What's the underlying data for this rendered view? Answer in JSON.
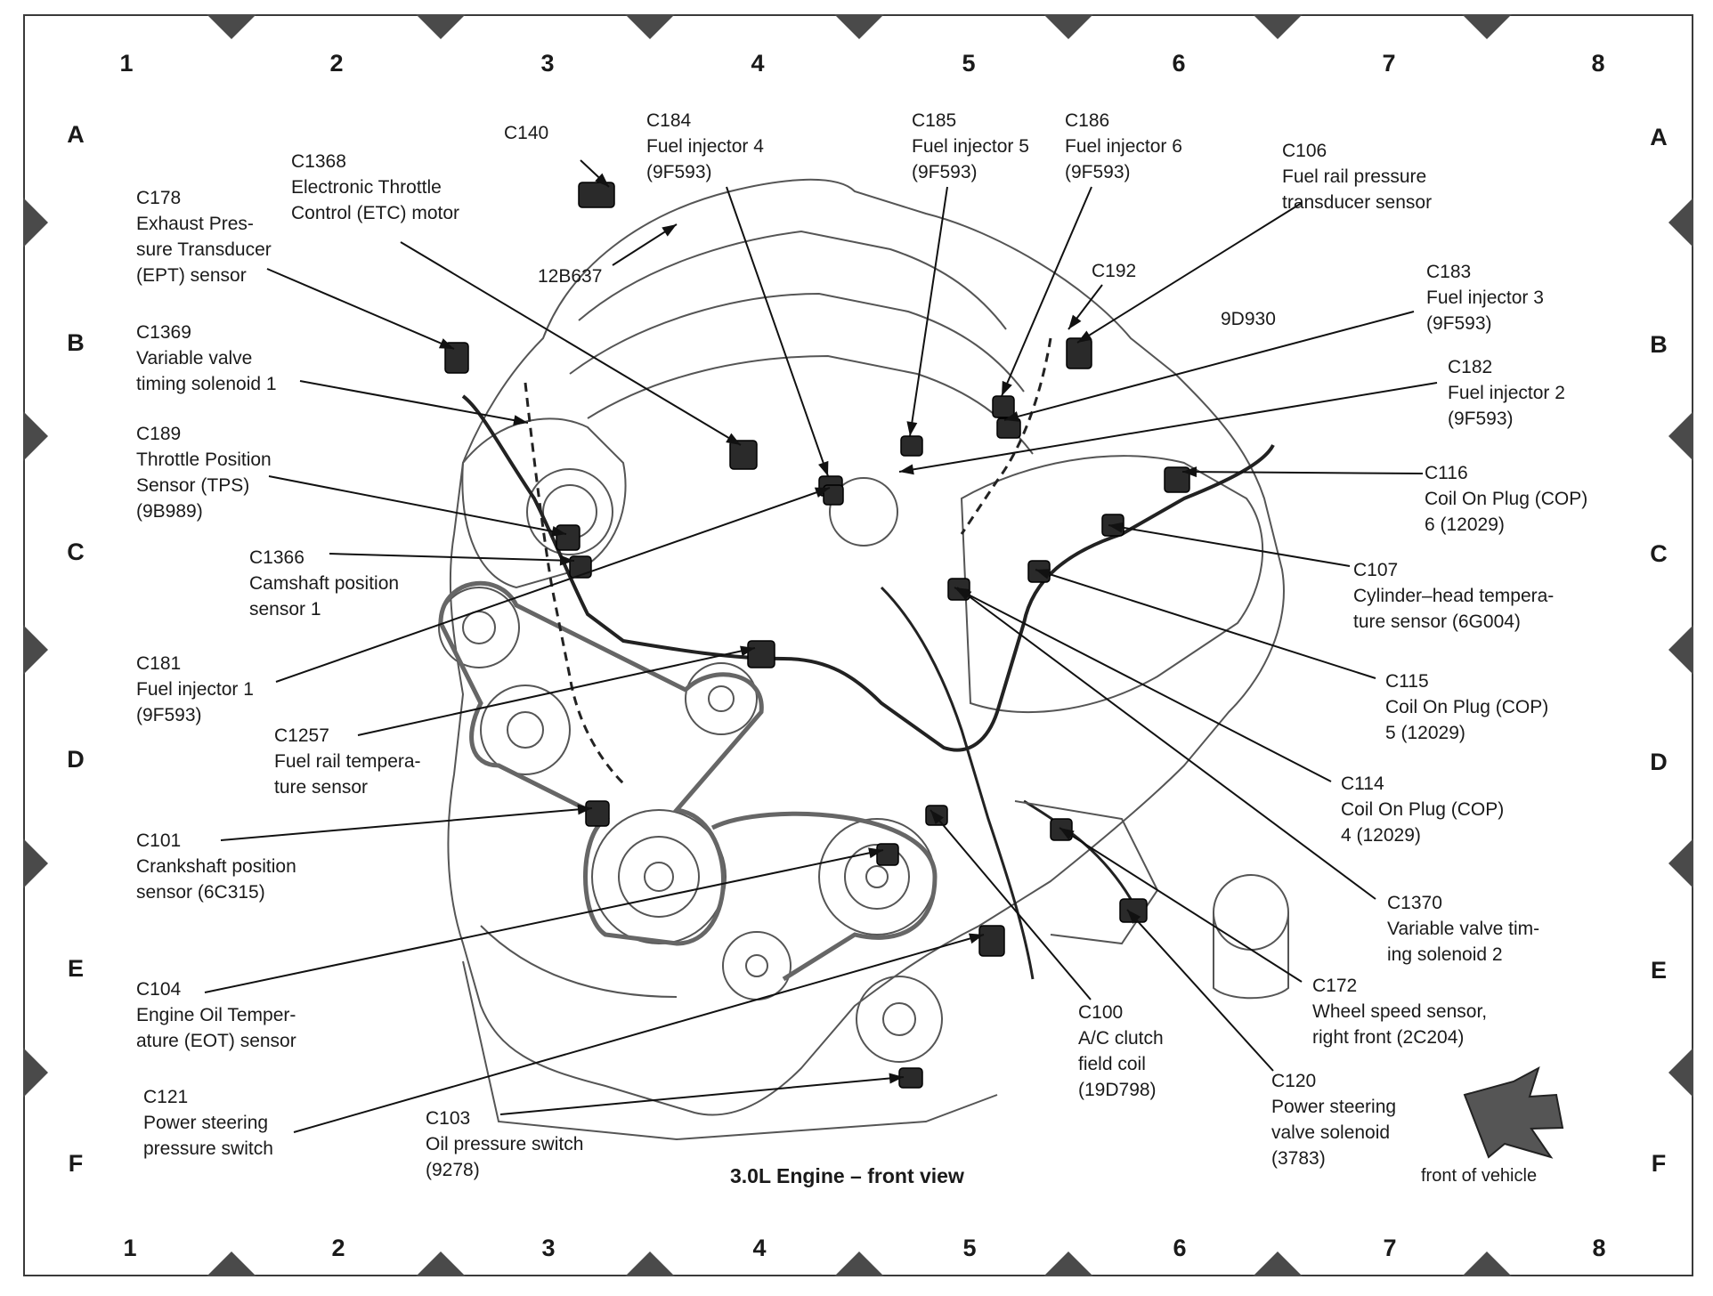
{
  "grid": {
    "columns": [
      "1",
      "2",
      "3",
      "4",
      "5",
      "6",
      "7",
      "8"
    ],
    "rows": [
      "A",
      "B",
      "C",
      "D",
      "E",
      "F"
    ]
  },
  "caption": "3.0L Engine – front view",
  "front_label": "front of vehicle",
  "labels": [
    {
      "id": "c140",
      "code": "C140",
      "desc": ""
    },
    {
      "id": "12b637",
      "code": "12B637",
      "desc": ""
    },
    {
      "id": "c184",
      "code": "C184",
      "desc": "Fuel injector 4\n(9F593)"
    },
    {
      "id": "c185",
      "code": "C185",
      "desc": "Fuel injector 5\n(9F593)"
    },
    {
      "id": "c186",
      "code": "C186",
      "desc": "Fuel injector 6\n(9F593)"
    },
    {
      "id": "c106",
      "code": "C106",
      "desc": "Fuel rail pressure\ntransducer sensor"
    },
    {
      "id": "c1368",
      "code": "C1368",
      "desc": "Electronic Throttle\nControl (ETC) motor"
    },
    {
      "id": "c178",
      "code": "C178",
      "desc": "Exhaust Pres-\nsure Transducer\n(EPT) sensor"
    },
    {
      "id": "c192",
      "code": "C192",
      "desc": ""
    },
    {
      "id": "9d930",
      "code": "9D930",
      "desc": ""
    },
    {
      "id": "c183",
      "code": "C183",
      "desc": "Fuel injector 3\n(9F593)"
    },
    {
      "id": "c1369",
      "code": "C1369",
      "desc": "Variable valve\ntiming solenoid 1"
    },
    {
      "id": "c182",
      "code": "C182",
      "desc": "Fuel injector 2\n(9F593)"
    },
    {
      "id": "c189",
      "code": "C189",
      "desc": "Throttle Position\nSensor (TPS)\n(9B989)"
    },
    {
      "id": "c116",
      "code": "C116",
      "desc": "Coil On Plug (COP)\n6 (12029)"
    },
    {
      "id": "c1366",
      "code": "C1366",
      "desc": "Camshaft position\nsensor 1"
    },
    {
      "id": "c107",
      "code": "C107",
      "desc": "Cylinder–head tempera-\nture sensor (6G004)"
    },
    {
      "id": "c181",
      "code": "C181",
      "desc": "Fuel injector 1\n(9F593)"
    },
    {
      "id": "c115",
      "code": "C115",
      "desc": "Coil On Plug (COP)\n5 (12029)"
    },
    {
      "id": "c1257",
      "code": "C1257",
      "desc": "Fuel rail tempera-\nture sensor"
    },
    {
      "id": "c114",
      "code": "C114",
      "desc": "Coil On Plug (COP)\n4 (12029)"
    },
    {
      "id": "c101",
      "code": "C101",
      "desc": "Crankshaft position\nsensor (6C315)"
    },
    {
      "id": "c1370",
      "code": "C1370",
      "desc": "Variable valve tim-\ning solenoid 2"
    },
    {
      "id": "c104",
      "code": "C104",
      "desc": "Engine Oil Temper-\nature (EOT) sensor"
    },
    {
      "id": "c100",
      "code": "C100",
      "desc": "A/C clutch\nfield coil\n(19D798)"
    },
    {
      "id": "c172",
      "code": "C172",
      "desc": "Wheel speed sensor,\nright front (2C204)"
    },
    {
      "id": "c121",
      "code": "C121",
      "desc": "Power steering\npressure switch"
    },
    {
      "id": "c103",
      "code": "C103",
      "desc": "Oil pressure switch\n(9278)"
    },
    {
      "id": "c120",
      "code": "C120",
      "desc": "Power steering\nvalve solenoid\n(3783)"
    }
  ]
}
